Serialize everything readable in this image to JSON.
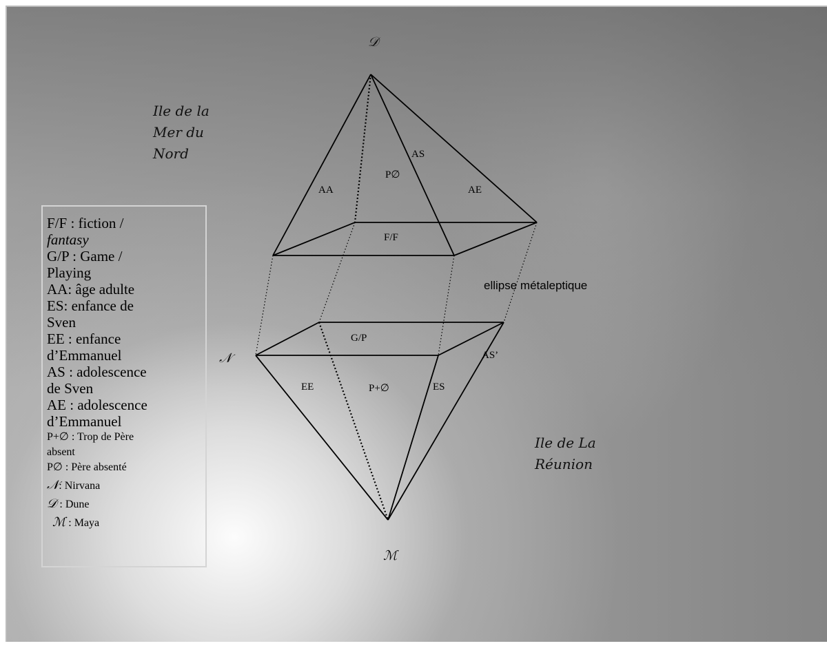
{
  "vertices": {
    "D": "𝒟",
    "N": "𝒩",
    "M": "ℳ"
  },
  "islands": {
    "north_sea": [
      "Ile de la",
      "Mer du",
      "Nord"
    ],
    "reunion": [
      "Ile de La",
      "Réunion"
    ]
  },
  "faces": {
    "AA": "AA",
    "P_absent": "P∅",
    "AS": "AS",
    "AE": "AE",
    "FF": "F/F",
    "GP": "G/P",
    "EE": "EE",
    "P_plus_absent": "P+∅",
    "ES": "ES",
    "AS_prime": "AS’"
  },
  "ellipse_label": "ellipse métaleptique",
  "legend": {
    "large_lines": [
      "F/F : fiction /",
      "fantasy",
      "G/P : Game /",
      "Playing",
      "AA: âge adulte",
      "ES: enfance de",
      "Sven",
      "EE : enfance",
      "d’Emmanuel",
      "AS : adolescence",
      "de Sven",
      "AE : adolescence",
      "d’Emmanuel"
    ],
    "small_lines": [
      "P+∅ : Trop de Père",
      "absent",
      "P∅ : Père absenté"
    ],
    "symbol_lines": [
      {
        "symbol": "𝒩",
        "text": ": Nirvana"
      },
      {
        "symbol": "𝒟",
        "text": " : Dune"
      },
      {
        "symbol": "ℳ",
        "text": " : Maya"
      }
    ]
  }
}
